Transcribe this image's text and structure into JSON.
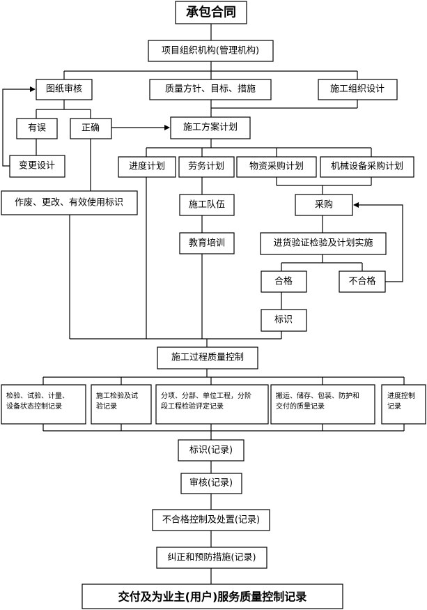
{
  "nodes": {
    "contract": "承包合同",
    "org": "项目组织机构(管理机构)",
    "drawing_review": "图纸审核",
    "quality_policy": "质量方针、目标、措施",
    "construction_org_design": "施工组织设计",
    "has_error": "有误",
    "correct": "正确",
    "construction_plan": "施工方案计划",
    "change_design": "变更设计",
    "schedule_plan": "进度计划",
    "labor_plan": "劳务计划",
    "material_plan": "物资采购计划",
    "equipment_plan": "机械设备采购计划",
    "obsolete_mark": "作废、更改、有效使用标识",
    "team": "施工队伍",
    "purchase": "采购",
    "training": "教育培训",
    "incoming_inspection": "进货验证检验及计划实施",
    "qualified": "合格",
    "unqualified": "不合格",
    "mark": "标识",
    "process_control": "施工过程质量控制",
    "rec_inspection_line1": "检验、试验、计量、",
    "rec_inspection_line2": "设备状态控制记录",
    "rec_test_line1": "施工检验及试",
    "rec_test_line2": "验记录",
    "rec_evaluation_line1": "分项、分部、单位工程，分阶",
    "rec_evaluation_line2": "段工程检验评定记录",
    "rec_handling_line1": "搬运、储存、包装、防护和",
    "rec_handling_line2": "交付的质量记录",
    "rec_progress_line1": "进度控制",
    "rec_progress_line2": "记录",
    "mark_record": "标识(记录)",
    "review_record": "审核(记录)",
    "nonconform_record": "不合格控制及处置(记录)",
    "corrective_record": "纠正和预防措施(记录)",
    "delivery_record": "交付及为业主(用户)服务质量控制记录"
  }
}
